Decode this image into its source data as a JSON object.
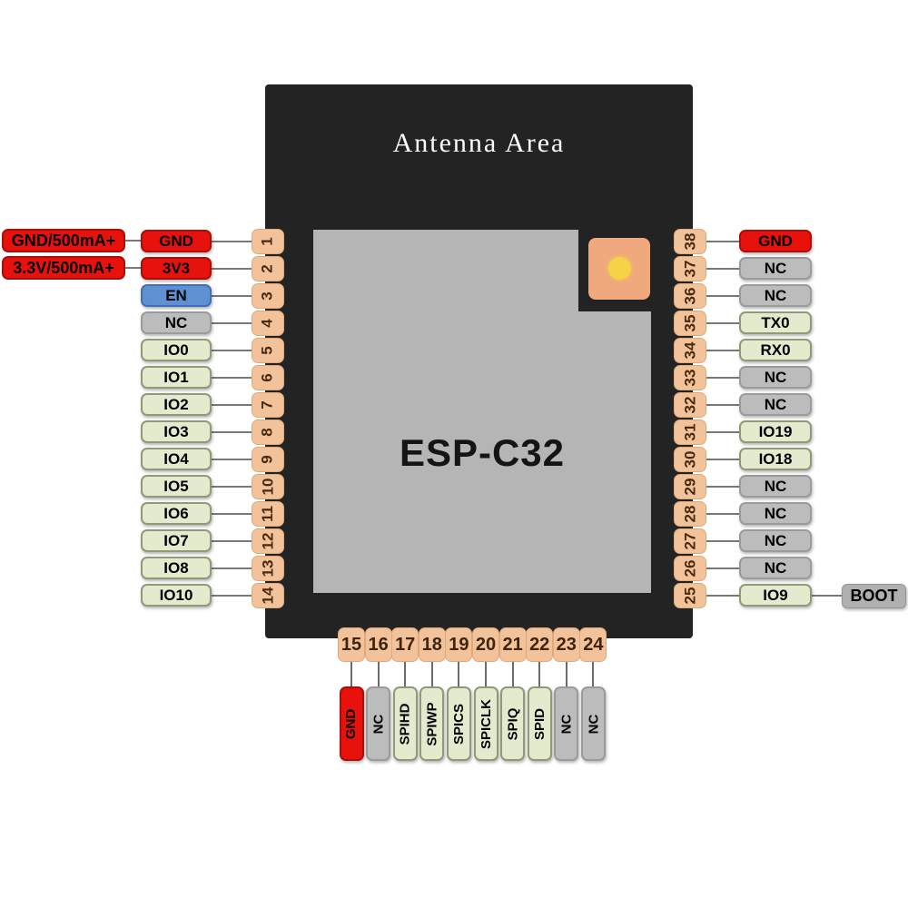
{
  "diagram": {
    "antenna_area_label": "Antenna Area",
    "chip_name": "ESP-C32"
  },
  "colors": {
    "module_body": "#232323",
    "shield_gray": "#b5b5b5",
    "pad_peach": "#f2c39a",
    "power_red": "#e8120c",
    "enable_blue": "#5e90d2",
    "nc_gray": "#bcbcbc",
    "io_green": "#e3eacd",
    "antenna_pad_orange": "#efa97d",
    "antenna_dot_yellow": "#f6d247"
  },
  "left_annotations": [
    {
      "label": "GND/500mA+",
      "pin": "1"
    },
    {
      "label": "3.3V/500mA+",
      "pin": "2"
    }
  ],
  "left_pins": [
    {
      "num": "1",
      "label": "GND",
      "type": "power"
    },
    {
      "num": "2",
      "label": "3V3",
      "type": "power"
    },
    {
      "num": "3",
      "label": "EN",
      "type": "en"
    },
    {
      "num": "4",
      "label": "NC",
      "type": "nc"
    },
    {
      "num": "5",
      "label": "IO0",
      "type": "io"
    },
    {
      "num": "6",
      "label": "IO1",
      "type": "io"
    },
    {
      "num": "7",
      "label": "IO2",
      "type": "io"
    },
    {
      "num": "8",
      "label": "IO3",
      "type": "io"
    },
    {
      "num": "9",
      "label": "IO4",
      "type": "io"
    },
    {
      "num": "10",
      "label": "IO5",
      "type": "io"
    },
    {
      "num": "11",
      "label": "IO6",
      "type": "io"
    },
    {
      "num": "12",
      "label": "IO7",
      "type": "io"
    },
    {
      "num": "13",
      "label": "IO8",
      "type": "io"
    },
    {
      "num": "14",
      "label": "IO10",
      "type": "io"
    }
  ],
  "right_pins": [
    {
      "num": "38",
      "label": "GND",
      "type": "power"
    },
    {
      "num": "37",
      "label": "NC",
      "type": "nc"
    },
    {
      "num": "36",
      "label": "NC",
      "type": "nc"
    },
    {
      "num": "35",
      "label": "TX0",
      "type": "io"
    },
    {
      "num": "34",
      "label": "RX0",
      "type": "io"
    },
    {
      "num": "33",
      "label": "NC",
      "type": "nc"
    },
    {
      "num": "32",
      "label": "NC",
      "type": "nc"
    },
    {
      "num": "31",
      "label": "IO19",
      "type": "io"
    },
    {
      "num": "30",
      "label": "IO18",
      "type": "io"
    },
    {
      "num": "29",
      "label": "NC",
      "type": "nc"
    },
    {
      "num": "28",
      "label": "NC",
      "type": "nc"
    },
    {
      "num": "27",
      "label": "NC",
      "type": "nc"
    },
    {
      "num": "26",
      "label": "NC",
      "type": "nc"
    },
    {
      "num": "25",
      "label": "IO9",
      "type": "io",
      "annotation": "BOOT"
    }
  ],
  "bottom_pins": [
    {
      "num": "15",
      "label": "GND",
      "type": "power"
    },
    {
      "num": "16",
      "label": "NC",
      "type": "nc"
    },
    {
      "num": "17",
      "label": "SPIHD",
      "type": "io"
    },
    {
      "num": "18",
      "label": "SPIWP",
      "type": "io"
    },
    {
      "num": "19",
      "label": "SPICS",
      "type": "io"
    },
    {
      "num": "20",
      "label": "SPICLK",
      "type": "io"
    },
    {
      "num": "21",
      "label": "SPIQ",
      "type": "io"
    },
    {
      "num": "22",
      "label": "SPID",
      "type": "io"
    },
    {
      "num": "23",
      "label": "NC",
      "type": "nc"
    },
    {
      "num": "24",
      "label": "NC",
      "type": "nc"
    }
  ]
}
